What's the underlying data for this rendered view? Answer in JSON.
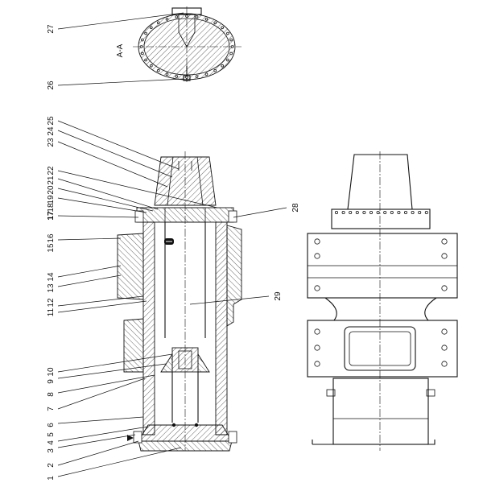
{
  "drawing": {
    "section_label": "A-A",
    "part_numbers": [
      "27",
      "26",
      "25",
      "24",
      "23",
      "22",
      "21",
      "20",
      "19",
      "18",
      "17",
      "16",
      "15",
      "14",
      "13",
      "12",
      "11",
      "10",
      "9",
      "8",
      "7",
      "6",
      "5",
      "4",
      "3",
      "2",
      "1"
    ],
    "right_callouts": [
      "28",
      "29"
    ]
  }
}
